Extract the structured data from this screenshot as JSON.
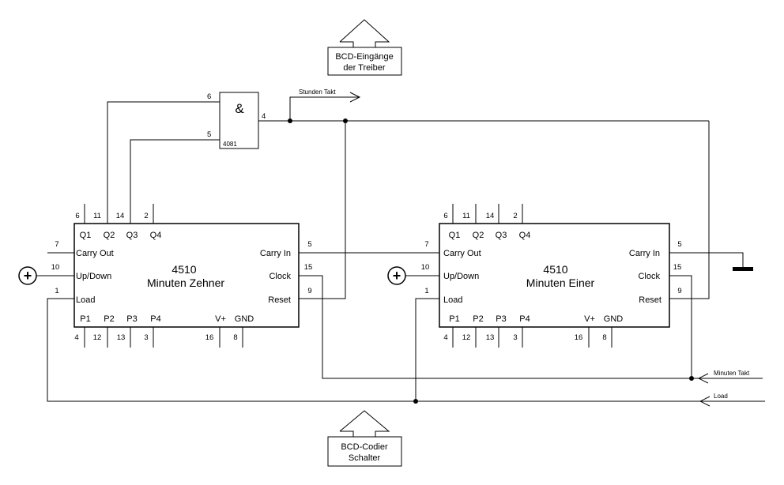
{
  "top_callout": {
    "line1": "BCD-Eingänge",
    "line2": "der Treiber"
  },
  "bottom_callout": {
    "line1": "BCD-Codier",
    "line2": "Schalter"
  },
  "and_gate": {
    "symbol": "&",
    "part": "4081",
    "pin_in_a": "6",
    "pin_in_b": "5",
    "pin_out": "4"
  },
  "signals": {
    "stunden_takt": "Stunden Takt",
    "minuten_takt": "Minuten Takt",
    "load": "Load"
  },
  "chip_left": {
    "part": "4510",
    "name": "Minuten Zehner",
    "top_pin_numbers": [
      "6",
      "11",
      "14",
      "2"
    ],
    "q_labels": [
      "Q1",
      "Q2",
      "Q3",
      "Q4"
    ],
    "left_pins": [
      {
        "num": "7",
        "label": "Carry Out"
      },
      {
        "num": "10",
        "label": "Up/Down"
      },
      {
        "num": "1",
        "label": "Load"
      }
    ],
    "right_pins": [
      {
        "num": "5",
        "label": "Carry In"
      },
      {
        "num": "15",
        "label": "Clock"
      },
      {
        "num": "9",
        "label": "Reset"
      }
    ],
    "bottom_labels": [
      "P1",
      "P2",
      "P3",
      "P4",
      "V+",
      "GND"
    ],
    "bottom_pin_numbers": [
      "4",
      "12",
      "13",
      "3",
      "16",
      "8"
    ]
  },
  "chip_right": {
    "part": "4510",
    "name": "Minuten Einer",
    "top_pin_numbers": [
      "6",
      "11",
      "14",
      "2"
    ],
    "q_labels": [
      "Q1",
      "Q2",
      "Q3",
      "Q4"
    ],
    "left_pins": [
      {
        "num": "7",
        "label": "Carry Out"
      },
      {
        "num": "10",
        "label": "Up/Down"
      },
      {
        "num": "1",
        "label": "Load"
      }
    ],
    "right_pins": [
      {
        "num": "5",
        "label": "Carry In"
      },
      {
        "num": "15",
        "label": "Clock"
      },
      {
        "num": "9",
        "label": "Reset"
      }
    ],
    "bottom_labels": [
      "P1",
      "P2",
      "P3",
      "P4",
      "V+",
      "GND"
    ],
    "bottom_pin_numbers": [
      "4",
      "12",
      "13",
      "3",
      "16",
      "8"
    ]
  },
  "plus_symbol": "+"
}
